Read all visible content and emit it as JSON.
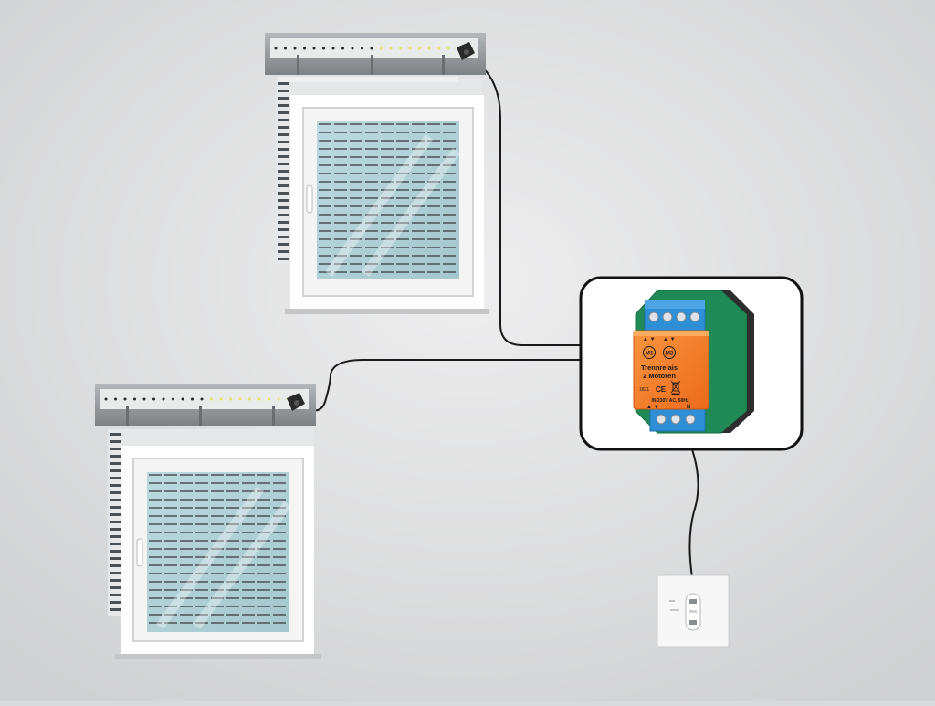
{
  "relay": {
    "label_m1": "M1",
    "label_m2": "M2",
    "title_line1": "Trennrelais",
    "title_line2": "2 Motoren",
    "code": "1821",
    "ce_mark": "CE",
    "weee_icon": "crossed-bin-icon",
    "rating": "IN 230V AC, 50Hz",
    "bottom_label_n": "N"
  },
  "colors": {
    "background": "#dadbdc",
    "frame": "#ffffff",
    "glass": "#a9cbd1",
    "slat": "#4a5054",
    "shutter_box": "#8c9092",
    "relay_orange": "#f47a2a",
    "relay_green": "#1f8a55",
    "terminal_blue": "#2e8ed6",
    "cable": "#1a1a1a"
  }
}
